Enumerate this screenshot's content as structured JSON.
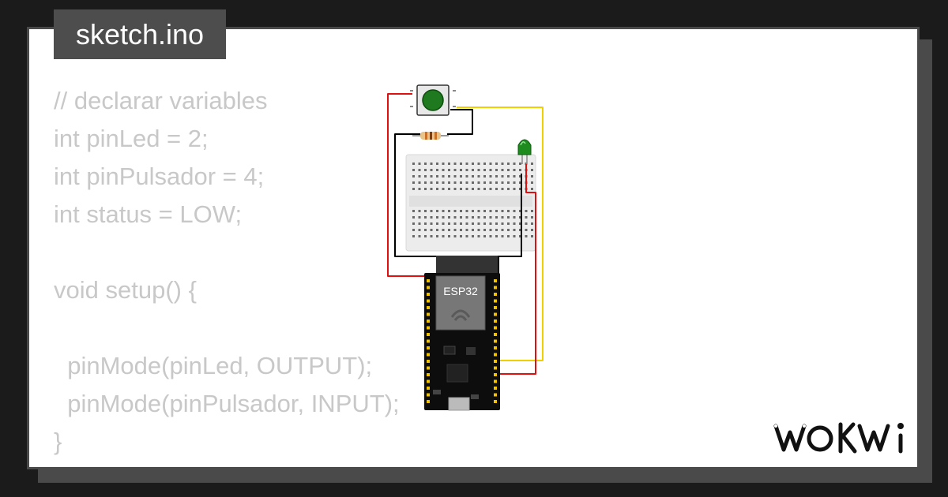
{
  "file": {
    "name": "sketch.ino"
  },
  "code": {
    "lines": [
      "// declarar variables",
      "int pinLed = 2;",
      "int pinPulsador = 4;",
      "int status = LOW;",
      "",
      "void setup() {",
      "",
      "  pinMode(pinLed, OUTPUT);",
      "  pinMode(pinPulsador, INPUT);",
      "}"
    ]
  },
  "circuit": {
    "board_label": "ESP32",
    "components": [
      "pushbutton",
      "resistor",
      "led",
      "breadboard",
      "esp32-devkit"
    ],
    "led_color": "#1e8b1e",
    "button_color": "#1f7a1f",
    "wire_colors": {
      "red": "#e01010",
      "black": "#000000",
      "yellow": "#f0d000"
    }
  },
  "brand": {
    "logo": "WOKWi"
  }
}
